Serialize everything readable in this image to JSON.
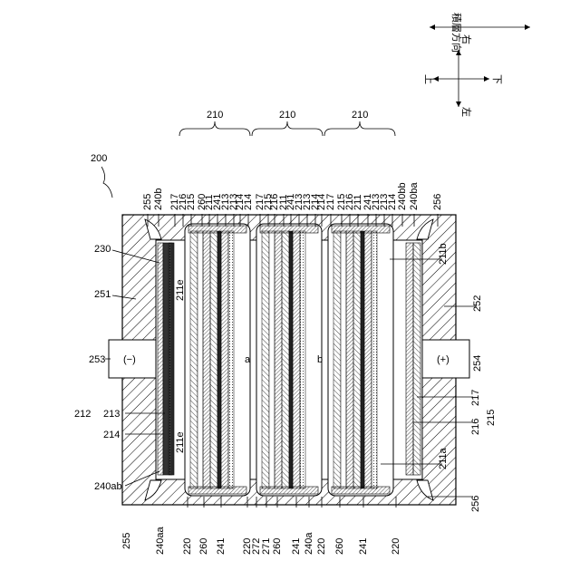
{
  "figure_number": "200",
  "directions": {
    "stack_direction": "積層方向",
    "right": "右",
    "left": "左",
    "up": "上",
    "down": "下"
  },
  "terminals": {
    "negative": "(−)",
    "positive": "(+)"
  },
  "spaces": {
    "a": "a",
    "b": "b"
  },
  "labels": {
    "top_row": [
      "255",
      "240b",
      "217",
      "216",
      "215",
      "260",
      "211",
      "241",
      "213",
      "213",
      "214",
      "214",
      "217",
      "215",
      "216",
      "211",
      "241",
      "213",
      "213",
      "214",
      "214",
      "217",
      "215",
      "216",
      "211",
      "241",
      "213",
      "213",
      "214",
      "240bb",
      "240ba",
      "256"
    ],
    "group_210": "210",
    "l230": "230",
    "l251": "251",
    "l253": "253",
    "l212": "212",
    "l213": "213",
    "l214": "214",
    "l211e": "211e",
    "l240ab": "240ab",
    "l255": "255",
    "l240aa": "240aa",
    "l220": "220",
    "l260": "260",
    "l241": "241",
    "l272": "272",
    "l271": "271",
    "l240a": "240a",
    "l211b": "211b",
    "l252": "252",
    "l254": "254",
    "l217": "217",
    "l215": "215",
    "l216": "216",
    "l211a": "211a",
    "l256": "256"
  }
}
